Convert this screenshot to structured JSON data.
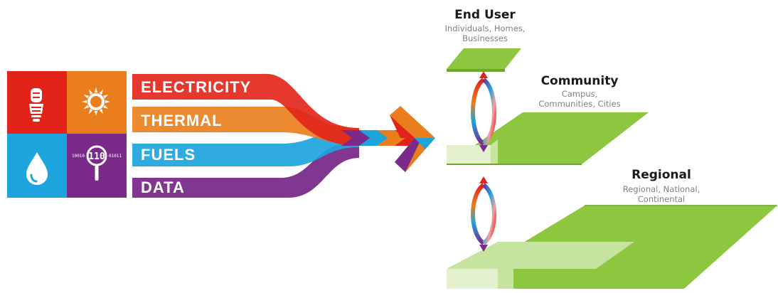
{
  "streams": [
    {
      "label": "ELECTRICITY",
      "color": "#e2231a"
    },
    {
      "label": "THERMAL",
      "color": "#ea7d1c"
    },
    {
      "label": "FUELS",
      "color": "#1ea4dc"
    },
    {
      "label": "DATA",
      "color": "#7a2b8a"
    }
  ],
  "icons": [
    {
      "name": "light-bulb-icon",
      "color": "#e2231a"
    },
    {
      "name": "sun-icon",
      "color": "#ea7d1c"
    },
    {
      "name": "water-drop-icon",
      "color": "#1ea4dc"
    },
    {
      "name": "data-magnifier-icon",
      "color": "#7a2b8a",
      "text": "110",
      "side_left": "10010",
      "side_right": "01011"
    }
  ],
  "tiers": {
    "end_user": {
      "title": "End User",
      "subtitle_line1": "Individuals, Homes,",
      "subtitle_line2": "Businesses"
    },
    "community": {
      "title": "Community",
      "subtitle_line1": "Campus,",
      "subtitle_line2": "Communities, Cities"
    },
    "regional": {
      "title": "Regional",
      "subtitle_line1": "Regional, National,",
      "subtitle_line2": "Continental"
    }
  },
  "colors": {
    "green": "#8dc63f",
    "light_green": "#c7e3a0",
    "pale_green": "#e3f1cf"
  }
}
